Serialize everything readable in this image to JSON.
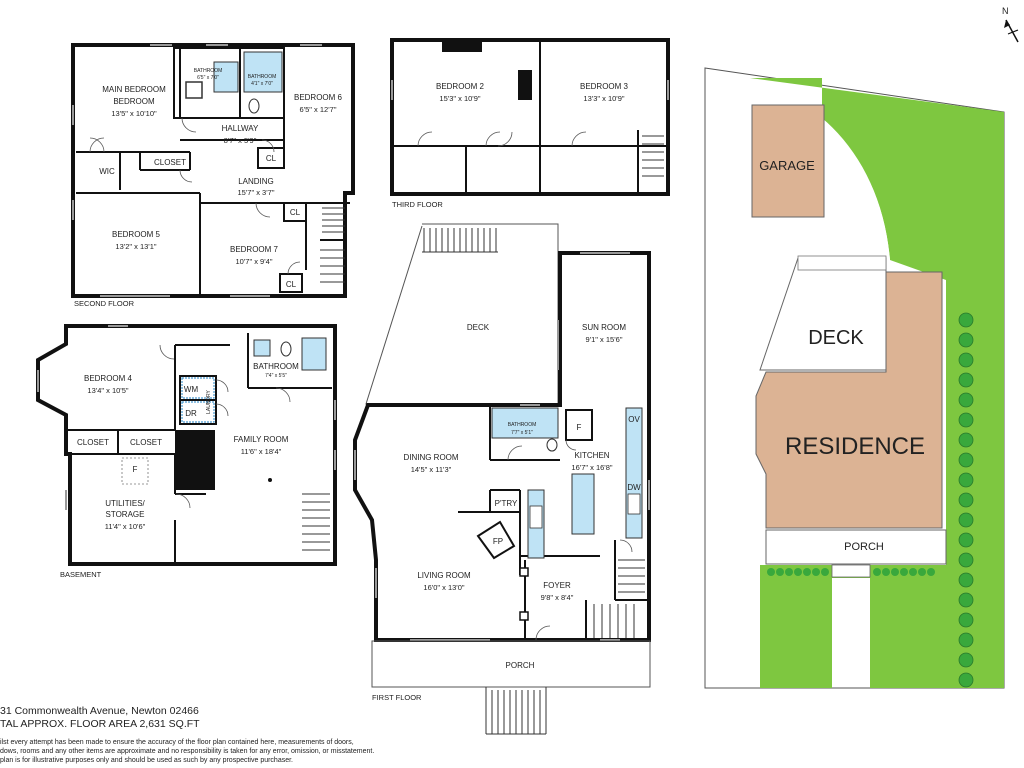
{
  "address": "31 Commonwealth Avenue, Newton 02466",
  "total_area": "TAL APPROX. FLOOR AREA 2,631 SQ.FT",
  "disclaimer": [
    "ilst every attempt has been made to ensure the accuracy of the floor plan contained here, measurements of doors,",
    "dows, rooms and any other items are approximate and no responsibility is taken for any error, omission, or misstatement.",
    "plan is for illustrative purposes only and should be used as such by any prospective purchaser."
  ],
  "compass_label": "N",
  "floors": {
    "second": "SECOND FLOOR",
    "third": "THIRD FLOOR",
    "basement": "BASEMENT",
    "first": "FIRST FLOOR"
  },
  "rooms": {
    "main_bedroom": {
      "name": "MAIN BEDROOM",
      "dim": "13'5\" x 10'10\""
    },
    "bath_2a": {
      "name": "BATHROOM",
      "dim": "6'5\" x 7'0\""
    },
    "bath_2b": {
      "name": "BATHROOM",
      "dim": "4'1\" x 7'0\""
    },
    "bedroom_6": {
      "name": "BEDROOM 6",
      "dim": "6'5\" x 12'7\""
    },
    "hallway": {
      "name": "HALLWAY",
      "dim": "8'7\" x 5'9\""
    },
    "wic": {
      "name": "WIC"
    },
    "closet_2": {
      "name": "CLOSET"
    },
    "cl_a": {
      "name": "CL"
    },
    "landing": {
      "name": "LANDING",
      "dim": "15'7\" x 3'7\""
    },
    "cl_b": {
      "name": "CL"
    },
    "bedroom_5": {
      "name": "BEDROOM 5",
      "dim": "13'2\" x 13'1\""
    },
    "bedroom_7": {
      "name": "BEDROOM 7",
      "dim": "10'7\" x 9'4\""
    },
    "cl_c": {
      "name": "CL"
    },
    "bedroom_2": {
      "name": "BEDROOM 2",
      "dim": "15'3\" x 10'9\""
    },
    "bedroom_3": {
      "name": "BEDROOM 3",
      "dim": "13'3\" x 10'9\""
    },
    "bedroom_4": {
      "name": "BEDROOM 4",
      "dim": "13'4\" x 10'5\""
    },
    "bath_b": {
      "name": "BATHROOM",
      "dim": "7'4\" x 5'5\""
    },
    "wm": {
      "name": "WM"
    },
    "dr": {
      "name": "DR"
    },
    "laundry": {
      "name": "LAUNDRY"
    },
    "closet_b1": {
      "name": "CLOSET"
    },
    "closet_b2": {
      "name": "CLOSET"
    },
    "family_room": {
      "name": "FAMILY ROOM",
      "dim": "11'6\" x 18'4\""
    },
    "f_b": {
      "name": "F"
    },
    "utilities": {
      "name": "UTILITIES/",
      "name2": "STORAGE",
      "dim": "11'4\" x 10'6\""
    },
    "deck": {
      "name": "DECK"
    },
    "sun_room": {
      "name": "SUN ROOM",
      "dim": "9'1\" x 15'6\""
    },
    "bath_1": {
      "name": "BATHROOM",
      "dim": "7'7\" x 5'1\""
    },
    "f_1": {
      "name": "F"
    },
    "ov": {
      "name": "OV"
    },
    "dining_room": {
      "name": "DINING ROOM",
      "dim": "14'5\" x 11'3\""
    },
    "kitchen": {
      "name": "KITCHEN",
      "dim": "16'7\" x 16'8\""
    },
    "dw": {
      "name": "DW"
    },
    "ptry": {
      "name": "P'TRY"
    },
    "fp": {
      "name": "FP"
    },
    "living_room": {
      "name": "LIVING ROOM",
      "dim": "16'0\" x 13'0\""
    },
    "foyer": {
      "name": "FOYER",
      "dim": "9'8\" x 8'4\""
    },
    "porch_1": {
      "name": "PORCH"
    }
  },
  "site": {
    "garage": "GARAGE",
    "deck": "DECK",
    "residence": "RESIDENCE",
    "porch": "PORCH"
  },
  "colors": {
    "wall": "#111111",
    "fixture_blue": "#bfe3f5",
    "building_tan": "#dcb394",
    "lawn_green": "#7ec740",
    "tree_green": "#39a83c"
  }
}
